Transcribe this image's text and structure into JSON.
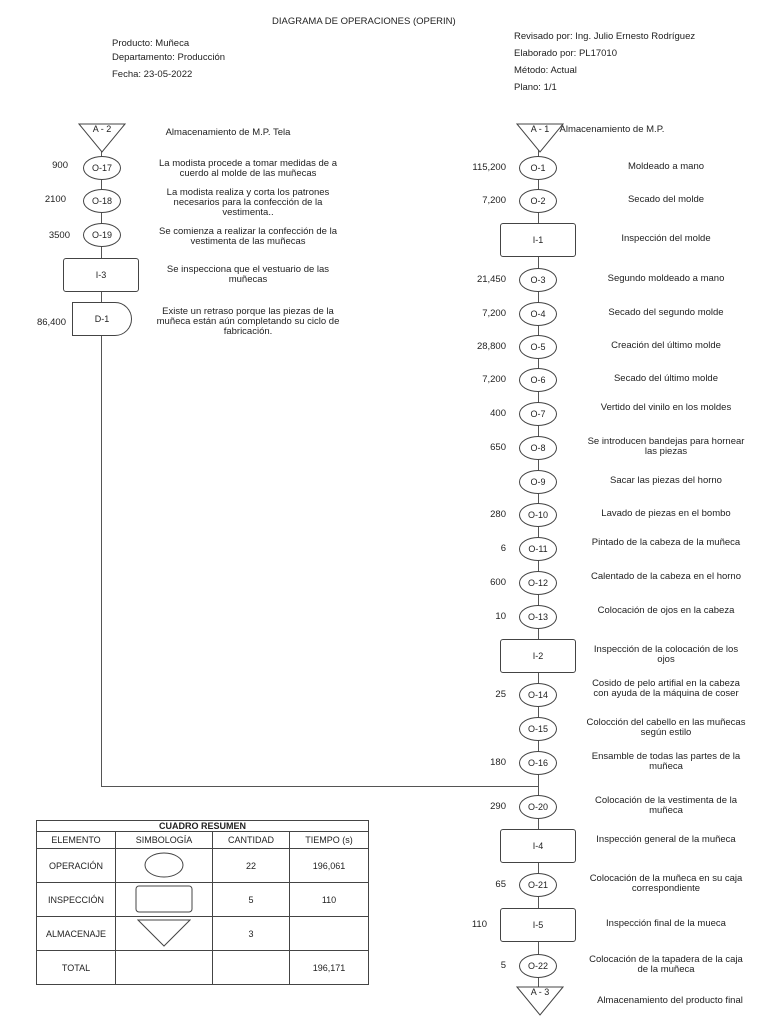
{
  "header": {
    "title": "DIAGRAMA DE OPERACIONES (OPERIN)",
    "producto": "Producto: Muñeca",
    "departamento": "Departamento: Producción",
    "fecha": "Fecha: 23-05-2022",
    "revisado": "Revisado por: Ing. Julio Ernesto Rodríguez",
    "elaborado": "Elaborado por: PL17010",
    "metodo": "Método: Actual",
    "plano": "Plano: 1/1"
  },
  "left_flow": {
    "start": {
      "code": "A - 2",
      "desc": "Almacenamiento de M.P. Tela"
    },
    "steps": [
      {
        "code": "O-17",
        "time": "900",
        "desc": "La modista procede a tomar medidas de a cuerdo al molde de las muñecas"
      },
      {
        "code": "O-18",
        "time": "2100",
        "desc": "La modista realiza y corta los patrones necesarios para la confección de la vestimenta.."
      },
      {
        "code": "O-19",
        "time": "3500",
        "desc": "Se comienza a realizar la confección de la vestimenta de las muñecas"
      },
      {
        "code": "I-3",
        "time": "",
        "desc": "Se inspecciona que el vestuario de las muñecas"
      },
      {
        "code": "D-1",
        "time": "86,400",
        "desc": "Existe un retraso porque las piezas de la muñeca están aún completando su ciclo de fabricación."
      }
    ]
  },
  "right_flow": {
    "start": {
      "code": "A - 1",
      "desc": "Almacenamiento de M.P."
    },
    "steps": [
      {
        "code": "O-1",
        "time": "115,200",
        "desc": "Moldeado a mano"
      },
      {
        "code": "O-2",
        "time": "7,200",
        "desc": "Secado del molde"
      },
      {
        "code": "I-1",
        "time": "",
        "desc": "Inspección del molde"
      },
      {
        "code": "O-3",
        "time": "21,450",
        "desc": "Segundo moldeado a mano"
      },
      {
        "code": "O-4",
        "time": "7,200",
        "desc": "Secado del segundo molde"
      },
      {
        "code": "O-5",
        "time": "28,800",
        "desc": "Creación del último molde"
      },
      {
        "code": "O-6",
        "time": "7,200",
        "desc": "Secado del último molde"
      },
      {
        "code": "O-7",
        "time": "400",
        "desc": "Vertido del vinilo en los moldes"
      },
      {
        "code": "O-8",
        "time": "650",
        "desc": "Se introducen bandejas para hornear las piezas"
      },
      {
        "code": "O-9",
        "time": "",
        "desc": "Sacar las piezas del horno"
      },
      {
        "code": "O-10",
        "time": "280",
        "desc": "Lavado de piezas en el bombo"
      },
      {
        "code": "O-11",
        "time": "6",
        "desc": "Pintado de la cabeza de la muñeca"
      },
      {
        "code": "O-12",
        "time": "600",
        "desc": "Calentado de la cabeza en el horno"
      },
      {
        "code": "O-13",
        "time": "10",
        "desc": "Colocación de ojos en la cabeza"
      },
      {
        "code": "I-2",
        "time": "",
        "desc": "Inspección de la colocación de los ojos"
      },
      {
        "code": "O-14",
        "time": "25",
        "desc": "Cosido de pelo artifial en la cabeza con ayuda de la máquina de coser"
      },
      {
        "code": "O-15",
        "time": "",
        "desc": "Colocción del cabello en las muñecas según estilo"
      },
      {
        "code": "O-16",
        "time": "180",
        "desc": "Ensamble de todas las partes de la muñeca"
      },
      {
        "code": "O-20",
        "time": "290",
        "desc": "Colocación de la vestimenta de la muñeca"
      },
      {
        "code": "I-4",
        "time": "",
        "desc": "Inspección general de la muñeca"
      },
      {
        "code": "O-21",
        "time": "65",
        "desc": "Colocación de la muñeca en su caja correspondiente"
      },
      {
        "code": "I-5",
        "time": "110",
        "desc": "Inspección final de la mueca"
      },
      {
        "code": "O-22",
        "time": "5",
        "desc": "Colocación de la tapadera de la caja de la muñeca"
      }
    ],
    "end": {
      "code": "A - 3",
      "desc": "Almacenamiento del producto final"
    }
  },
  "summary": {
    "title": "CUADRO RESUMEN",
    "headers": [
      "ELEMENTO",
      "SIMBOLOGÍA",
      "CANTIDAD",
      "TIEMPO (s)"
    ],
    "rows": [
      {
        "elemento": "OPERACIÓN",
        "symbol": "circle",
        "cantidad": "22",
        "tiempo": "196,061"
      },
      {
        "elemento": "INSPECCIÓN",
        "symbol": "rectangle",
        "cantidad": "5",
        "tiempo": "110"
      },
      {
        "elemento": "ALMACENAJE",
        "symbol": "triangle",
        "cantidad": "3",
        "tiempo": ""
      },
      {
        "elemento": "TOTAL",
        "symbol": "",
        "cantidad": "",
        "tiempo": "196,171"
      }
    ]
  }
}
